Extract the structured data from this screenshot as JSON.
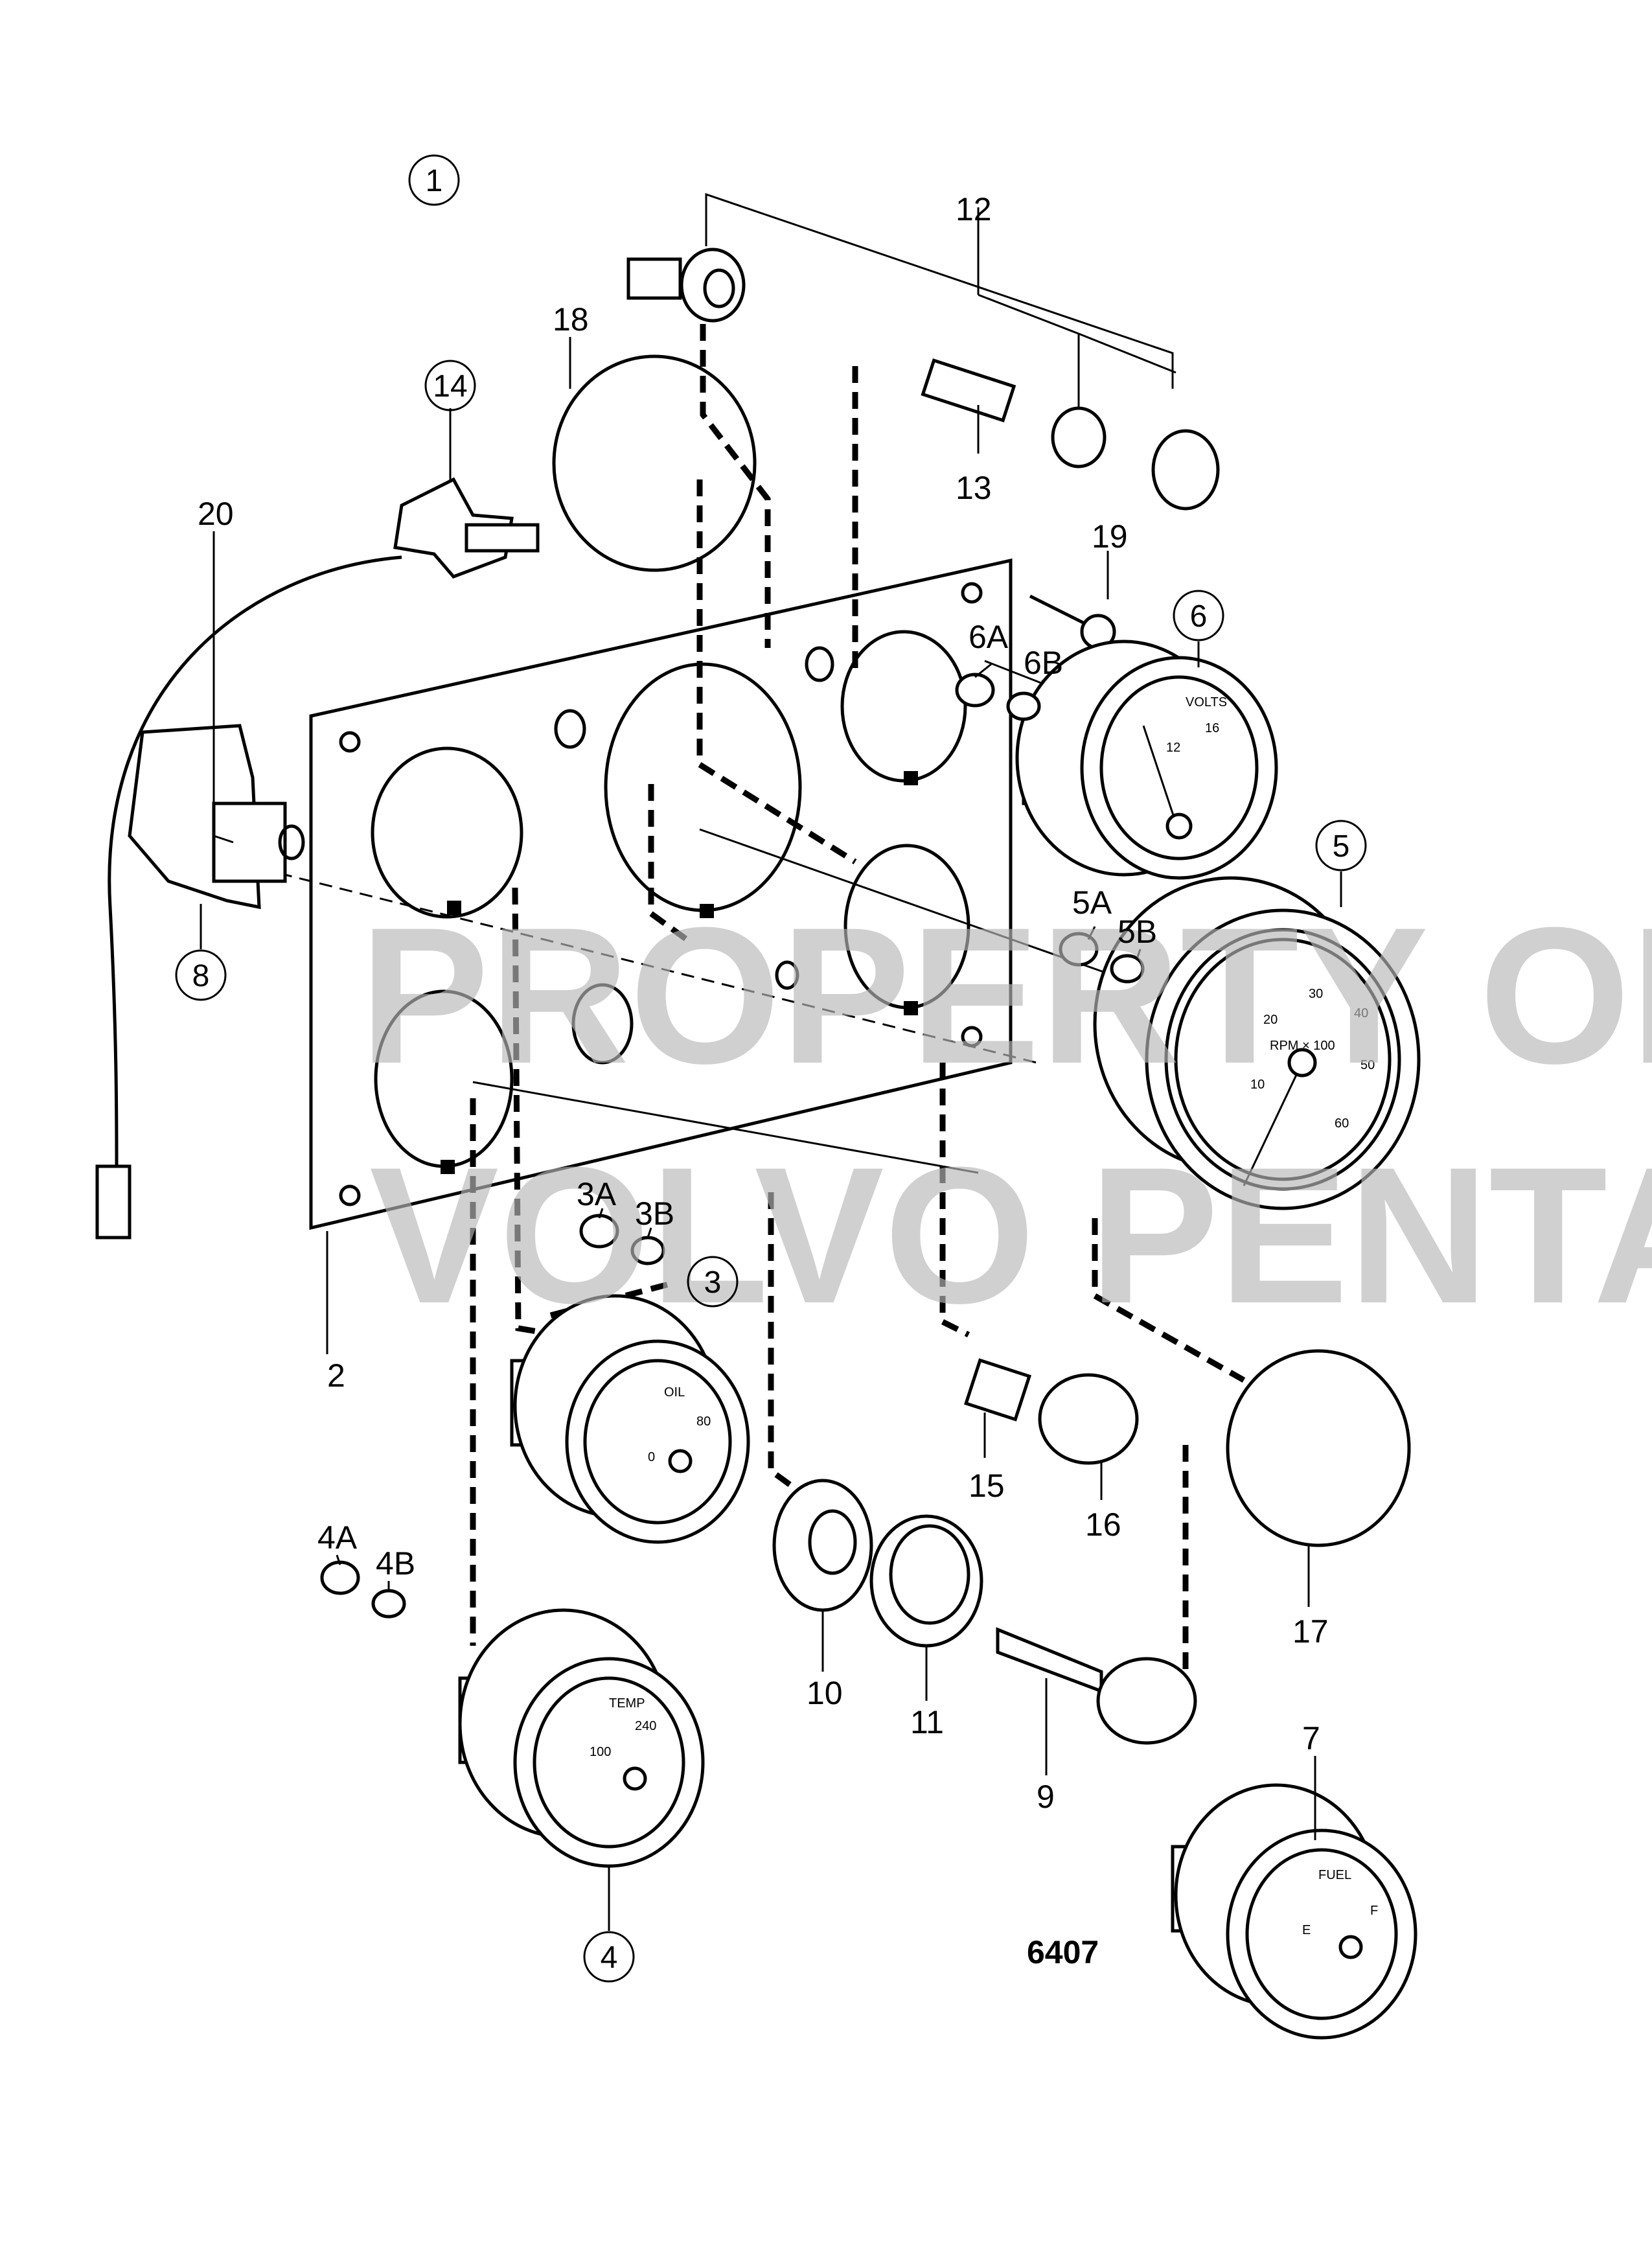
{
  "drawing_number": "6407",
  "watermark": {
    "line1": "PROPERTY OF",
    "line2": "VOLVO PENTA"
  },
  "part_labels": {
    "p1": "1",
    "p2": "2",
    "p3": "3",
    "p3a": "3A",
    "p3b": "3B",
    "p4": "4",
    "p4a": "4A",
    "p4b": "4B",
    "p5": "5",
    "p5a": "5A",
    "p5b": "5B",
    "p6": "6",
    "p6a": "6A",
    "p6b": "6B",
    "p7": "7",
    "p8": "8",
    "p9": "9",
    "p10": "10",
    "p11": "11",
    "p12": "12",
    "p13": "13",
    "p14": "14",
    "p15": "15",
    "p16": "16",
    "p17": "17",
    "p18": "18",
    "p19": "19",
    "p20": "20"
  },
  "gauges": {
    "tachometer": {
      "unit_label": "RPM × 100",
      "scale": [
        "10",
        "20",
        "30",
        "40",
        "50",
        "60"
      ]
    },
    "voltmeter": {
      "label": "VOLTS",
      "scale": [
        "12",
        "16"
      ]
    },
    "oil_pressure": {
      "label": "OIL",
      "scale": [
        "0",
        "80"
      ]
    },
    "temperature": {
      "label": "TEMP",
      "scale": [
        "100",
        "240"
      ]
    },
    "fuel": {
      "label": "FUEL",
      "scale": [
        "E",
        "F"
      ]
    }
  }
}
